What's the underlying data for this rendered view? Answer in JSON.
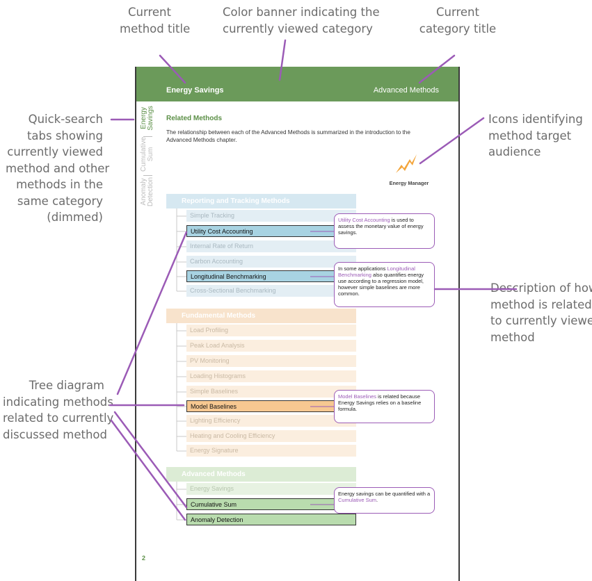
{
  "callouts": {
    "method_title": [
      "Current",
      "method title"
    ],
    "banner": [
      "Color banner indicating the",
      "currently viewed category"
    ],
    "category_title": [
      "Current",
      "category title"
    ],
    "quick_search": [
      "Quick-search",
      "tabs showing",
      "currently viewed",
      "method and other",
      "methods in the",
      "same category",
      "(dimmed)"
    ],
    "icons": [
      "Icons identifying",
      "method target",
      "audience"
    ],
    "description": [
      "Description of how",
      "method is related",
      "to currently viewed",
      "method"
    ],
    "tree": [
      "Tree diagram",
      "indicating methods",
      "related to currently",
      "discussed method"
    ]
  },
  "banner": {
    "method_title": "Energy Savings",
    "category_title": "Advanced Methods",
    "color": "#6b9a5a"
  },
  "quick_tabs": [
    {
      "lines": [
        "Energy",
        "Savings"
      ],
      "active": true
    },
    {
      "lines": [
        "Cumulative",
        "Sum"
      ],
      "active": false
    },
    {
      "lines": [
        "Anomaly",
        "Detection"
      ],
      "active": false
    }
  ],
  "related": {
    "heading": "Related Methods",
    "body": "The relationship between each of the Advanced Methods is summarized in the introduction to the Advanced Methods chapter."
  },
  "audience": {
    "label": "Energy Manager",
    "icon": "lightning-bolt-icon"
  },
  "groups": [
    {
      "title": "Reporting and Tracking Methods",
      "color": "#d6e8f1",
      "items": [
        {
          "label": "Simple Tracking",
          "highlighted": false
        },
        {
          "label": "Utility Cost Accounting",
          "highlighted": true
        },
        {
          "label": "Internal Rate of Return",
          "highlighted": false
        },
        {
          "label": "Carbon Accounting",
          "highlighted": false
        },
        {
          "label": "Longitudinal Benchmarking",
          "highlighted": true
        },
        {
          "label": "Cross-Sectional Benchmarking",
          "highlighted": false
        }
      ]
    },
    {
      "title": "Fundamental Methods",
      "color": "#f8e3cc",
      "items": [
        {
          "label": "Load Profiling",
          "highlighted": false
        },
        {
          "label": "Peak Load Analysis",
          "highlighted": false
        },
        {
          "label": "PV Monitoring",
          "highlighted": false
        },
        {
          "label": "Loading Histograms",
          "highlighted": false
        },
        {
          "label": "Simple Baselines",
          "highlighted": false
        },
        {
          "label": "Model Baselines",
          "highlighted": true
        },
        {
          "label": "Lighting Efficiency",
          "highlighted": false
        },
        {
          "label": "Heating and Cooling Efficiency",
          "highlighted": false
        },
        {
          "label": "Energy Signature",
          "highlighted": false
        }
      ]
    },
    {
      "title": "Advanced Methods",
      "color": "#dcecd5",
      "items": [
        {
          "label": "Energy Savings",
          "highlighted": false
        },
        {
          "label": "Cumulative Sum",
          "highlighted": true
        },
        {
          "label": "Anomaly Detection",
          "highlighted": true
        }
      ]
    }
  ],
  "notes": [
    {
      "link": "Utility Cost Accounting",
      "text": " is used to assess the monetary value of energy savings."
    },
    {
      "pre": "In some applications ",
      "link": "Longitudinal Benchmarking",
      "text": " also quantifies energy use according to a regression model, however simple baselines are more common."
    },
    {
      "link": "Model Baselines",
      "text": " is related because Energy Savings relies on a baseline formula."
    },
    {
      "pre": "Energy savings can be quantified with a ",
      "link": "Cumulative Sum",
      "text": "."
    }
  ],
  "page_number": "2",
  "colors": {
    "accent": "#5b8f46",
    "pointer": "#9b5bb6"
  }
}
